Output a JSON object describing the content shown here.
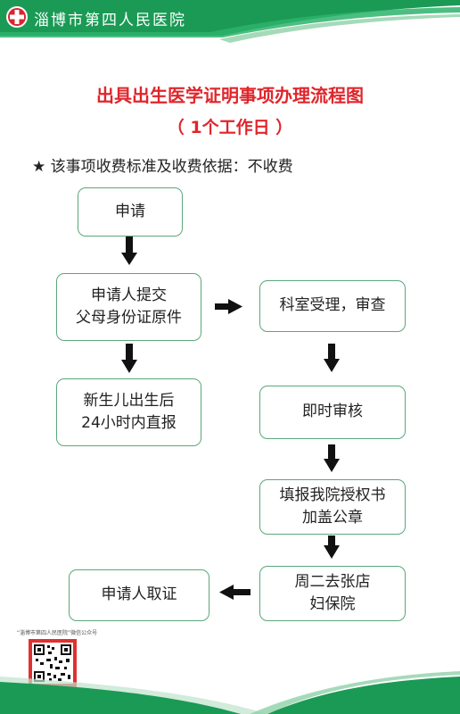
{
  "header": {
    "hospital_name": "淄博市第四人民医院"
  },
  "title": "出具出生医学证明事项办理流程图",
  "subtitle": "（ 1个工作日 ）",
  "note": "★ 该事项收费标准及收费依据：不收费",
  "steps": {
    "apply": "申请",
    "submit_docs": "申请人提交\n父母身份证原件",
    "newborn_report": "新生儿出生后\n24小时内直报",
    "dept_accept": "科室受理，审查",
    "instant_review": "即时审核",
    "fill_authorization": "填报我院授权书\n加盖公章",
    "tuesday_trip": "周二去张店\n妇保院",
    "collect_certificate": "申请人取证"
  },
  "qr_caption": "“淄博市第四人民医院”微信公众号",
  "colors": {
    "brand_green": "#1a9a55",
    "title_red": "#e0252b",
    "box_border": "#5aa77a",
    "arrow": "#111111"
  }
}
